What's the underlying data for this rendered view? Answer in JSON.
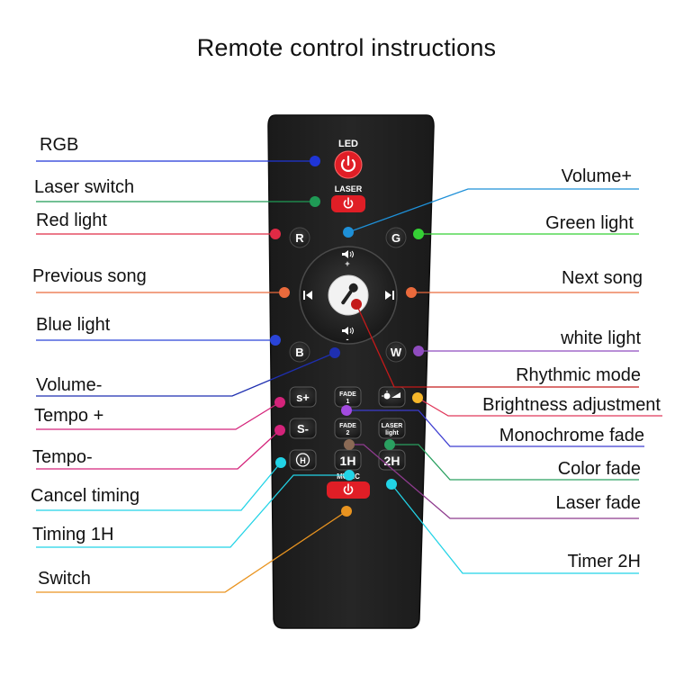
{
  "title": "Remote control instructions",
  "labels_left": {
    "rgb": "RGB",
    "laser_switch": "Laser switch",
    "red_light": "Red light",
    "previous_song": "Previous song",
    "blue_light": "Blue light",
    "volume_minus": "Volume-",
    "tempo_plus": "Tempo +",
    "tempo_minus": "Tempo-",
    "cancel_timing": "Cancel timing",
    "timing_1h": "Timing 1H",
    "switch": "Switch"
  },
  "labels_right": {
    "volume_plus": "Volume+",
    "green_light": "Green light",
    "next_song": "Next song",
    "white_light": "white light",
    "rhythmic_mode": "Rhythmic mode",
    "brightness_adjustment": "Brightness adjustment",
    "monochrome_fade": "Monochrome fade",
    "color_fade": "Color fade",
    "laser_fade": "Laser fade",
    "timer_2h": "Timer 2H"
  },
  "remote": {
    "led_label": "LED",
    "laser_label": "LASER",
    "r": "R",
    "g": "G",
    "b": "B",
    "w": "W",
    "s_plus": "s+",
    "s_minus": "S-",
    "fade1_top": "FADE",
    "fade1_bottom": "1",
    "fade2_top": "FADE",
    "fade2_bottom": "2",
    "laser_light_top": "LASER",
    "laser_light_bottom": "light",
    "h": "H",
    "one_h": "1H",
    "two_h": "2H",
    "music": "MUSIC"
  },
  "colors": {
    "rgb": "#1f35d6",
    "laser_switch": "#1f9a55",
    "red_light": "#e02a45",
    "previous_song": "#ea6a3c",
    "blue_light": "#2a44d8",
    "volume": "#1e90d8",
    "tempo": "#d4237a",
    "cancel_timing": "#22d3e6",
    "switch": "#e99420",
    "green_light": "#35d135",
    "white_light": "#8f4cbf",
    "rhythmic_mode": "#c41a1a",
    "brightness_adjustment": "#e0375a",
    "monochrome_fade": "#3c3cd0",
    "color_fade": "#2aa060",
    "laser_fade": "#8e3b8e",
    "power_red": "#e01e26"
  }
}
